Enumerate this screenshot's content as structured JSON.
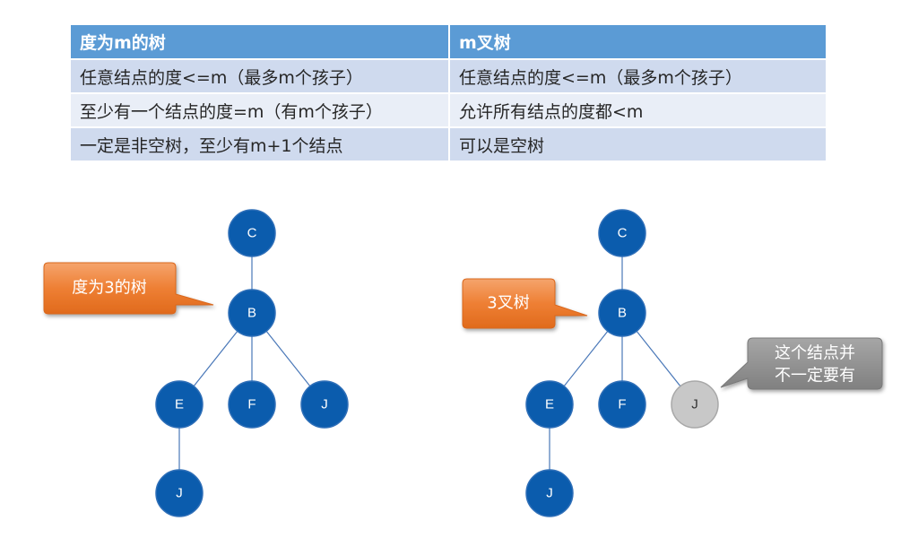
{
  "table": {
    "headers": [
      "度为m的树",
      "m叉树"
    ],
    "rows": [
      [
        "任意结点的度<=m（最多m个孩子）",
        "任意结点的度<=m（最多m个孩子）"
      ],
      [
        "至少有一个结点的度=m（有m个孩子）",
        "允许所有结点的度都<m"
      ],
      [
        "一定是非空树，至少有m+1个结点",
        "可以是空树"
      ]
    ]
  },
  "left_tree": {
    "callout": "度为3的树",
    "nodes": {
      "root": "C",
      "child": "B",
      "g1": "E",
      "g2": "F",
      "g3": "J",
      "ggc": "J"
    }
  },
  "right_tree": {
    "callout": "3叉树",
    "nodes": {
      "root": "C",
      "child": "B",
      "g1": "E",
      "g2": "F",
      "g3": "J",
      "ggc": "J"
    },
    "note": [
      "这个结点并",
      "不一定要有"
    ]
  },
  "colors": {
    "header_bg": "#5b9bd5",
    "row_odd": "#cfdaee",
    "row_even": "#e9eef7",
    "node_fill": "#0b5cad",
    "node_optional": "#c8c8c8",
    "callout_orange": "#ed7d31",
    "note_gray": "#8c8c8c"
  }
}
